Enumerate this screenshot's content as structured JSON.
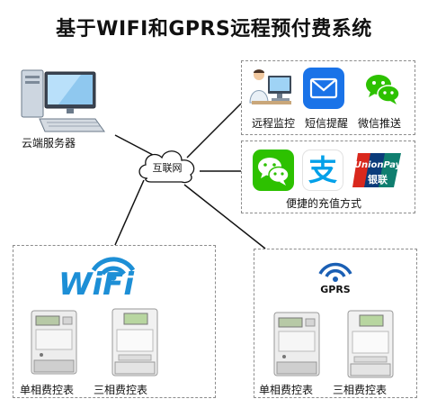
{
  "title": "基于WIFI和GPRS远程预付费系统",
  "server": {
    "label": "云端服务器"
  },
  "cloud": {
    "label": "互联网"
  },
  "top_panel": {
    "items": [
      {
        "label": "远程监控",
        "icon": "doctor-monitor-icon"
      },
      {
        "label": "短信提醒",
        "icon": "mail-icon"
      },
      {
        "label": "微信推送",
        "icon": "wechat-icon"
      }
    ]
  },
  "pay_panel": {
    "label": "便捷的充值方式",
    "icons": [
      "wechat-pay-icon",
      "alipay-icon",
      "unionpay-icon"
    ],
    "unionpay_text_en": "UnionPay",
    "unionpay_text_cn": "银联",
    "alipay_glyph": "支"
  },
  "wifi_panel": {
    "logo_text": "WiFi",
    "meter1_label": "单相费控表",
    "meter2_label": "三相费控表"
  },
  "gprs_panel": {
    "logo_text": "GPRS",
    "meter1_label": "单相费控表",
    "meter2_label": "三相费控表"
  },
  "colors": {
    "wechat_green": "#2dc100",
    "mail_blue": "#1a73e8",
    "alipay_blue": "#00a0e9",
    "unionpay_red": "#d9281d",
    "wifi_blue": "#1d8fd6",
    "gprs_blue": "#1a5fb4"
  }
}
